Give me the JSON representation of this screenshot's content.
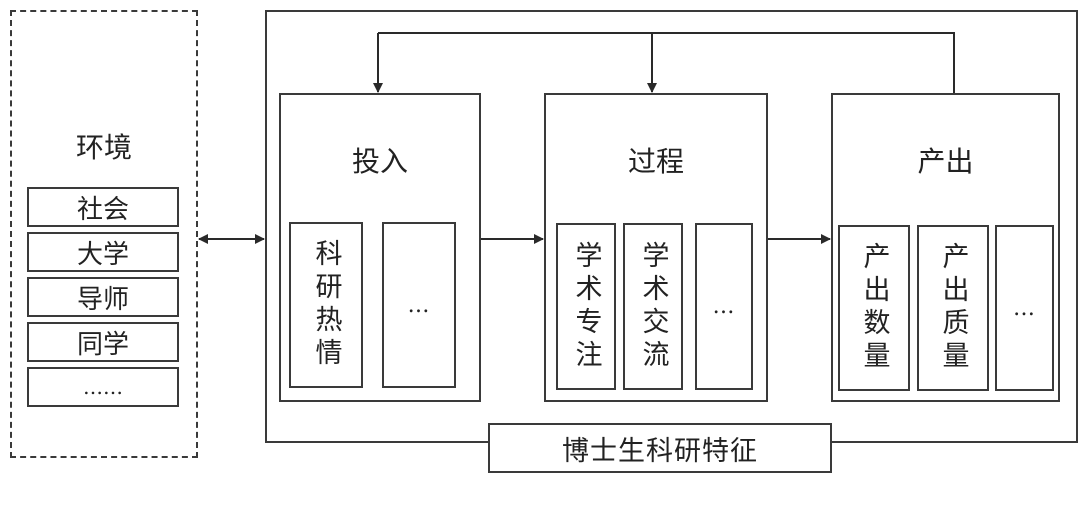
{
  "environment": {
    "title": "环境",
    "items": [
      "社会",
      "大学",
      "导师",
      "同学",
      "……"
    ]
  },
  "input": {
    "title": "投入",
    "items": [
      "科研热情",
      "…"
    ]
  },
  "process": {
    "title": "过程",
    "items": [
      "学术专注",
      "学术交流",
      "…"
    ]
  },
  "output": {
    "title": "产出",
    "items": [
      "产出数量",
      "产出质量",
      "…"
    ]
  },
  "main_label": "博士生科研特征"
}
